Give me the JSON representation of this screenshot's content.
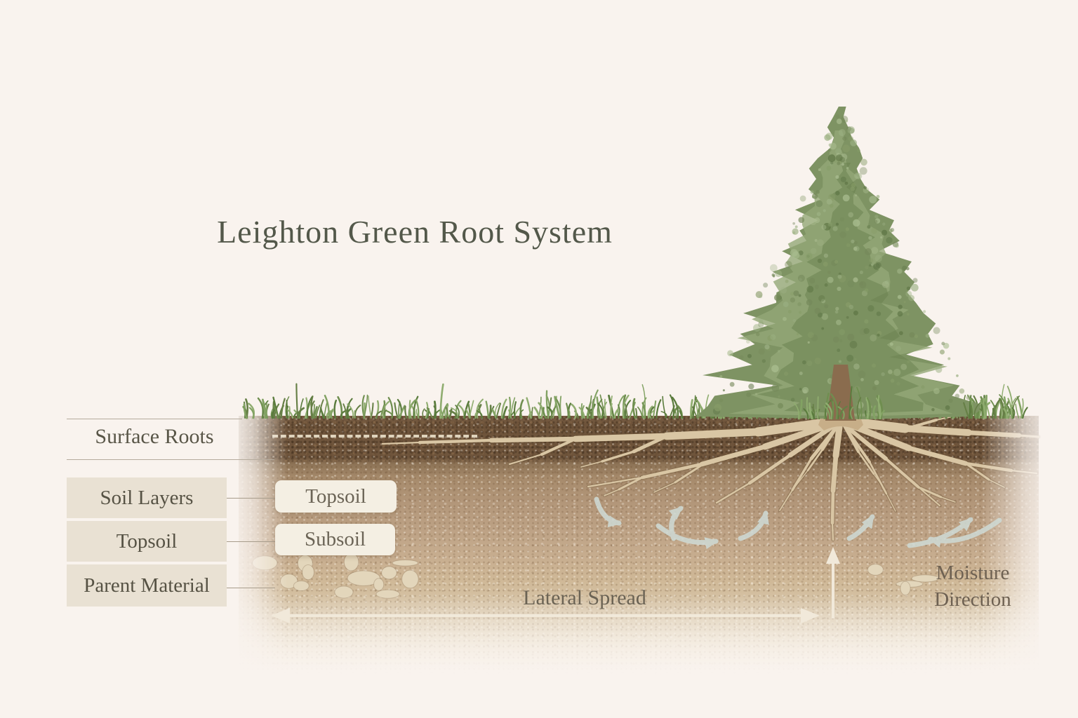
{
  "title": "Leighton Green Root System",
  "left_panel": {
    "surface_roots_label": "Surface Roots",
    "legend": [
      {
        "label": "Soil Layers"
      },
      {
        "label": "Topsoil"
      },
      {
        "label": "Parent Material"
      }
    ]
  },
  "layer_tags": {
    "topsoil": "Topsoil",
    "subsoil": "Subsoil"
  },
  "annotations": {
    "lateral_spread": "Lateral Spread",
    "moisture_direction": "Moisture Direction"
  },
  "colors": {
    "background": "#f9f3ee",
    "title_text": "#53584a",
    "legend_box": "#e9e1d3",
    "tag_box": "#f4efe3",
    "topsoil_dark": "#6e543b",
    "subsoil_tan": "#bda285",
    "parent_material": "#d8c6a9",
    "grass_green": "#6f8e4f",
    "foliage_green": "#7e9363",
    "root_tan": "#d9c6a4",
    "surface_root_dashed_line": "#eadfc8",
    "moisture_arrow": "#cfdbd6",
    "measure_arrow": "#f1e9da"
  }
}
